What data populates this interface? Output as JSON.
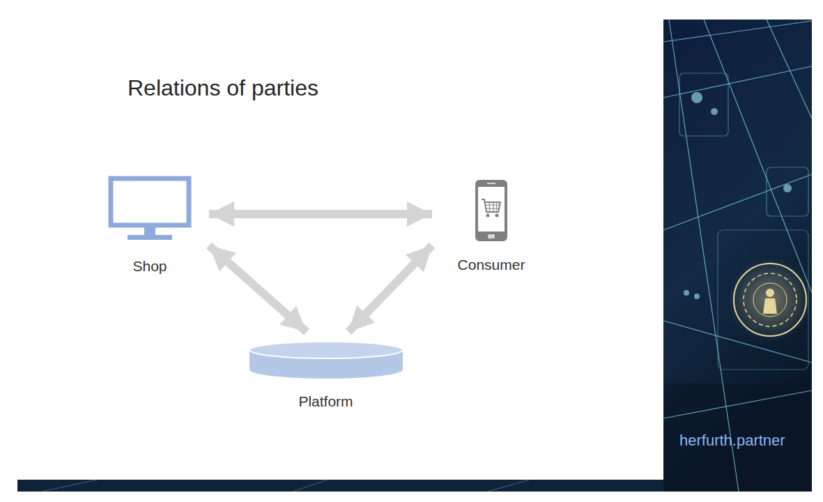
{
  "diagram": {
    "title": "Relations of parties",
    "nodes": [
      {
        "text": [
          "Shop"
        ]
      },
      {
        "text": [
          "Consumer"
        ]
      },
      {
        "text": [
          "Platform"
        ]
      }
    ],
    "edges": [
      {
        "from": 0,
        "to": 1,
        "arrow": "both"
      },
      {
        "from": 0,
        "to": 2,
        "arrow": "both"
      },
      {
        "from": 1,
        "to": 2,
        "arrow": "both"
      }
    ],
    "labels": [
      "herfurth.partner"
    ]
  }
}
